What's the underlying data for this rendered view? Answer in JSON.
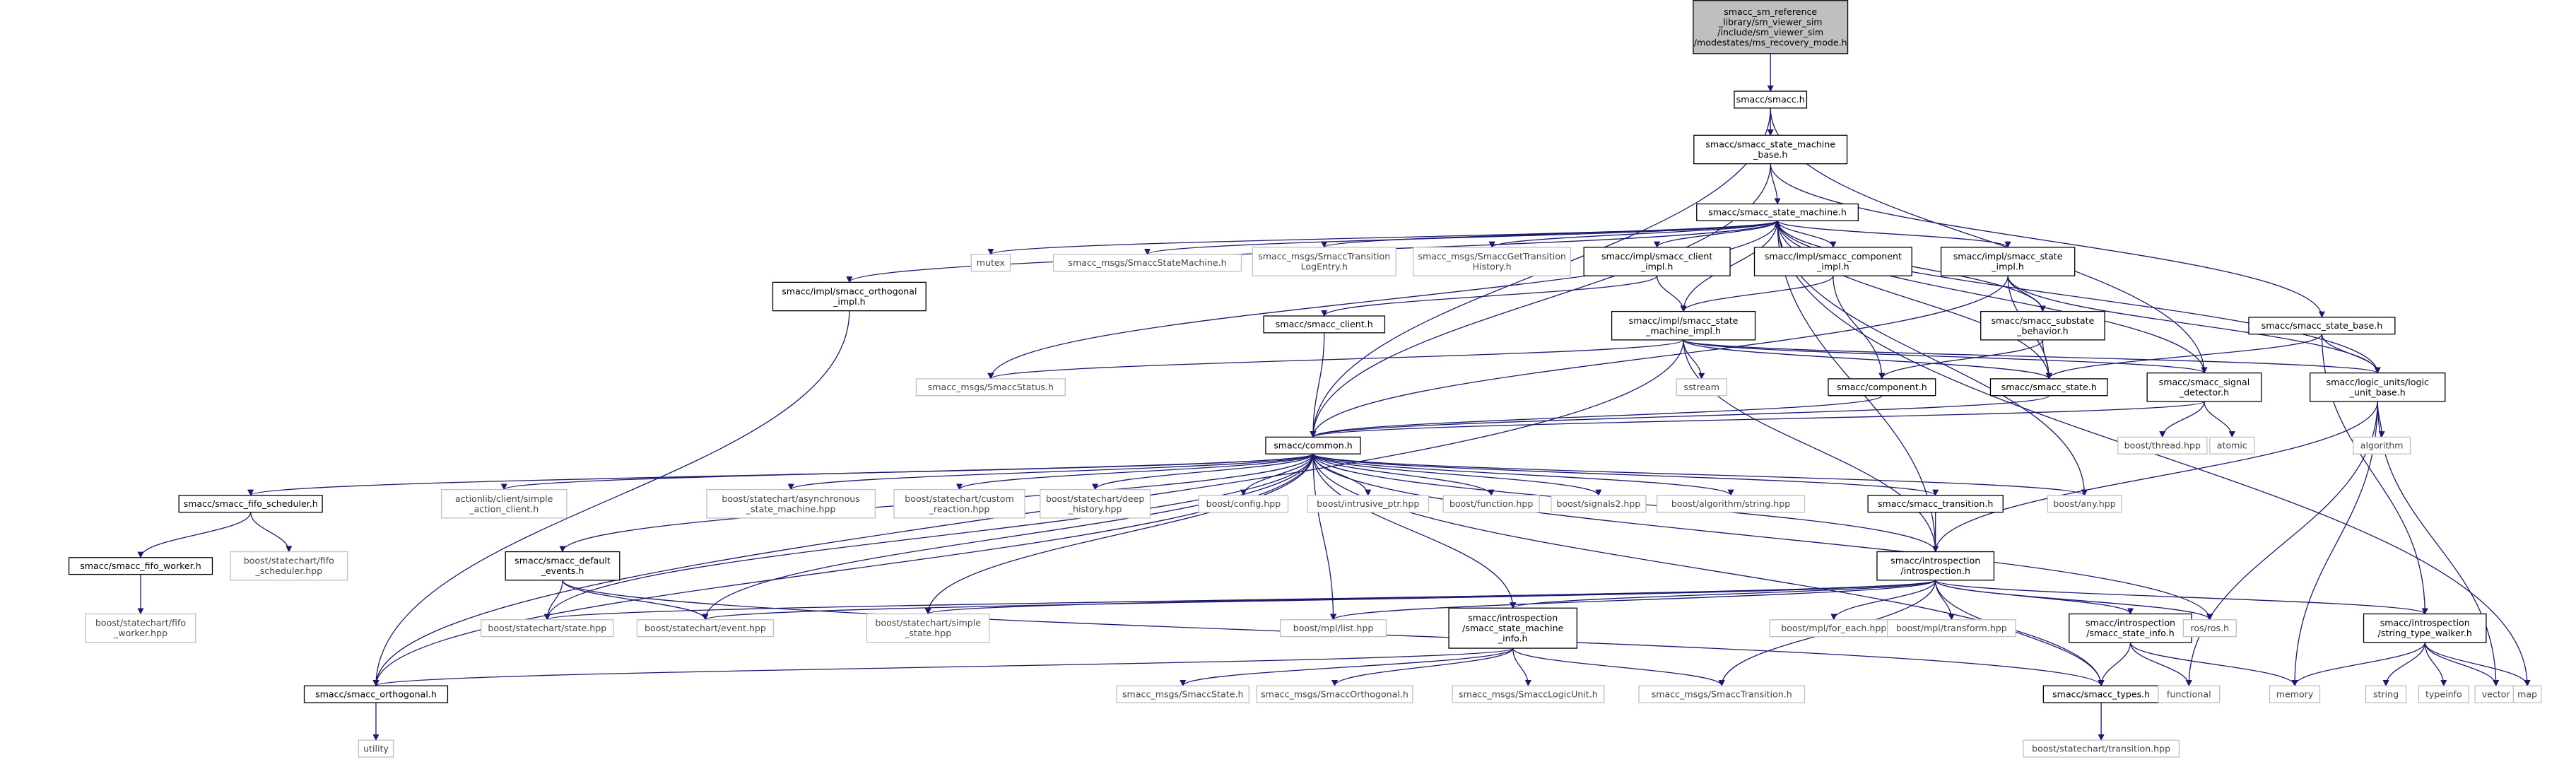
{
  "colors": {
    "edge": "#191970",
    "node_border_solid": "#000000",
    "node_border_external": "#bfbfbf",
    "root_fill": "#bfbfbf",
    "node_fill": "#ffffff"
  },
  "nodes": [
    {
      "id": "root",
      "lines": [
        "smacc_sm_reference",
        "_library/sm_viewer_sim",
        "/include/sm_viewer_sim",
        "/modestates/ms_recovery_mode.h"
      ],
      "kind": "root"
    },
    {
      "id": "smacc_h",
      "lines": [
        "smacc/smacc.h"
      ],
      "kind": "local"
    },
    {
      "id": "sm_base",
      "lines": [
        "smacc/smacc_state_machine",
        "_base.h"
      ],
      "kind": "local"
    },
    {
      "id": "sm",
      "lines": [
        "smacc/smacc_state_machine.h"
      ],
      "kind": "local"
    },
    {
      "id": "state_base",
      "lines": [
        "smacc/smacc_state_base.h"
      ],
      "kind": "local"
    },
    {
      "id": "orth_impl",
      "lines": [
        "smacc/impl/smacc_orthogonal",
        "_impl.h"
      ],
      "kind": "local"
    },
    {
      "id": "mutex",
      "lines": [
        "mutex"
      ],
      "kind": "external"
    },
    {
      "id": "msg_ssm",
      "lines": [
        "smacc_msgs/SmaccStateMachine.h"
      ],
      "kind": "external"
    },
    {
      "id": "msg_tle",
      "lines": [
        "smacc_msgs/SmaccTransition",
        "LogEntry.h"
      ],
      "kind": "external"
    },
    {
      "id": "msg_gth",
      "lines": [
        "smacc_msgs/SmaccGetTransition",
        "History.h"
      ],
      "kind": "external"
    },
    {
      "id": "client_impl",
      "lines": [
        "smacc/impl/smacc_client",
        "_impl.h"
      ],
      "kind": "local"
    },
    {
      "id": "comp_impl",
      "lines": [
        "smacc/impl/smacc_component",
        "_impl.h"
      ],
      "kind": "local"
    },
    {
      "id": "state_impl",
      "lines": [
        "smacc/impl/smacc_state",
        "_impl.h"
      ],
      "kind": "local"
    },
    {
      "id": "client",
      "lines": [
        "smacc/smacc_client.h"
      ],
      "kind": "local"
    },
    {
      "id": "sm_impl",
      "lines": [
        "smacc/impl/smacc_state",
        "_machine_impl.h"
      ],
      "kind": "local"
    },
    {
      "id": "substate",
      "lines": [
        "smacc/smacc_substate",
        "_behavior.h"
      ],
      "kind": "local"
    },
    {
      "id": "msg_status",
      "lines": [
        "smacc_msgs/SmaccStatus.h"
      ],
      "kind": "external"
    },
    {
      "id": "sstream",
      "lines": [
        "sstream"
      ],
      "kind": "external"
    },
    {
      "id": "component",
      "lines": [
        "smacc/component.h"
      ],
      "kind": "local"
    },
    {
      "id": "state",
      "lines": [
        "smacc/smacc_state.h"
      ],
      "kind": "local"
    },
    {
      "id": "signal",
      "lines": [
        "smacc/smacc_signal",
        "_detector.h"
      ],
      "kind": "local"
    },
    {
      "id": "logic",
      "lines": [
        "smacc/logic_units/logic",
        "_unit_base.h"
      ],
      "kind": "local"
    },
    {
      "id": "thread",
      "lines": [
        "boost/thread.hpp"
      ],
      "kind": "external"
    },
    {
      "id": "atomic",
      "lines": [
        "atomic"
      ],
      "kind": "external"
    },
    {
      "id": "algorithm",
      "lines": [
        "algorithm"
      ],
      "kind": "external"
    },
    {
      "id": "common",
      "lines": [
        "smacc/common.h"
      ],
      "kind": "local"
    },
    {
      "id": "fifo_sched",
      "lines": [
        "smacc/smacc_fifo_scheduler.h"
      ],
      "kind": "local"
    },
    {
      "id": "al_client",
      "lines": [
        "actionlib/client/simple",
        "_action_client.h"
      ],
      "kind": "external"
    },
    {
      "id": "async_sm",
      "lines": [
        "boost/statechart/asynchronous",
        "_state_machine.hpp"
      ],
      "kind": "external"
    },
    {
      "id": "custom_r",
      "lines": [
        "boost/statechart/custom",
        "_reaction.hpp"
      ],
      "kind": "external"
    },
    {
      "id": "deep_h",
      "lines": [
        "boost/statechart/deep",
        "_history.hpp"
      ],
      "kind": "external"
    },
    {
      "id": "config",
      "lines": [
        "boost/config.hpp"
      ],
      "kind": "external"
    },
    {
      "id": "intrusive",
      "lines": [
        "boost/intrusive_ptr.hpp"
      ],
      "kind": "external"
    },
    {
      "id": "function",
      "lines": [
        "boost/function.hpp"
      ],
      "kind": "external"
    },
    {
      "id": "signals2",
      "lines": [
        "boost/signals2.hpp"
      ],
      "kind": "external"
    },
    {
      "id": "alg_string",
      "lines": [
        "boost/algorithm/string.hpp"
      ],
      "kind": "external"
    },
    {
      "id": "transition",
      "lines": [
        "smacc/smacc_transition.h"
      ],
      "kind": "local"
    },
    {
      "id": "any",
      "lines": [
        "boost/any.hpp"
      ],
      "kind": "external"
    },
    {
      "id": "fifo_worker",
      "lines": [
        "smacc/smacc_fifo_worker.h"
      ],
      "kind": "local"
    },
    {
      "id": "sc_fifo_sched",
      "lines": [
        "boost/statechart/fifo",
        "_scheduler.hpp"
      ],
      "kind": "external"
    },
    {
      "id": "def_events",
      "lines": [
        "smacc/smacc_default",
        "_events.h"
      ],
      "kind": "local"
    },
    {
      "id": "introspection",
      "lines": [
        "smacc/introspection",
        "/introspection.h"
      ],
      "kind": "local"
    },
    {
      "id": "sc_fifo_worker",
      "lines": [
        "boost/statechart/fifo",
        "_worker.hpp"
      ],
      "kind": "external"
    },
    {
      "id": "sc_state",
      "lines": [
        "boost/statechart/state.hpp"
      ],
      "kind": "external"
    },
    {
      "id": "sc_event",
      "lines": [
        "boost/statechart/event.hpp"
      ],
      "kind": "external"
    },
    {
      "id": "sc_simple_state",
      "lines": [
        "boost/statechart/simple",
        "_state.hpp"
      ],
      "kind": "external"
    },
    {
      "id": "mpl_list",
      "lines": [
        "boost/mpl/list.hpp"
      ],
      "kind": "external"
    },
    {
      "id": "sm_info",
      "lines": [
        "smacc/introspection",
        "/smacc_state_machine",
        "_info.h"
      ],
      "kind": "local"
    },
    {
      "id": "for_each",
      "lines": [
        "boost/mpl/for_each.hpp"
      ],
      "kind": "external"
    },
    {
      "id": "mpl_transform",
      "lines": [
        "boost/mpl/transform.hpp"
      ],
      "kind": "external"
    },
    {
      "id": "state_info",
      "lines": [
        "smacc/introspection",
        "/smacc_state_info.h"
      ],
      "kind": "local"
    },
    {
      "id": "ros",
      "lines": [
        "ros/ros.h"
      ],
      "kind": "external"
    },
    {
      "id": "stw",
      "lines": [
        "smacc/introspection",
        "/string_type_walker.h"
      ],
      "kind": "local"
    },
    {
      "id": "orthogonal",
      "lines": [
        "smacc/smacc_orthogonal.h"
      ],
      "kind": "local"
    },
    {
      "id": "msg_state",
      "lines": [
        "smacc_msgs/SmaccState.h"
      ],
      "kind": "external"
    },
    {
      "id": "msg_orth",
      "lines": [
        "smacc_msgs/SmaccOrthogonal.h"
      ],
      "kind": "external"
    },
    {
      "id": "msg_lu",
      "lines": [
        "smacc_msgs/SmaccLogicUnit.h"
      ],
      "kind": "external"
    },
    {
      "id": "msg_trans",
      "lines": [
        "smacc_msgs/SmaccTransition.h"
      ],
      "kind": "external"
    },
    {
      "id": "types",
      "lines": [
        "smacc/smacc_types.h"
      ],
      "kind": "local"
    },
    {
      "id": "functional",
      "lines": [
        "functional"
      ],
      "kind": "external"
    },
    {
      "id": "memory",
      "lines": [
        "memory"
      ],
      "kind": "external"
    },
    {
      "id": "string",
      "lines": [
        "string"
      ],
      "kind": "external"
    },
    {
      "id": "typeinfo",
      "lines": [
        "typeinfo"
      ],
      "kind": "external"
    },
    {
      "id": "vector",
      "lines": [
        "vector"
      ],
      "kind": "external"
    },
    {
      "id": "map",
      "lines": [
        "map"
      ],
      "kind": "external"
    },
    {
      "id": "utility",
      "lines": [
        "utility"
      ],
      "kind": "external"
    },
    {
      "id": "sc_transition",
      "lines": [
        "boost/statechart/transition.hpp"
      ],
      "kind": "external"
    }
  ],
  "edges": [
    [
      "root",
      "smacc_h"
    ],
    [
      "smacc_h",
      "sm_base"
    ],
    [
      "smacc_h",
      "common"
    ],
    [
      "smacc_h",
      "signal"
    ],
    [
      "sm_base",
      "sm"
    ],
    [
      "sm_base",
      "common"
    ],
    [
      "sm_base",
      "state_base"
    ],
    [
      "sm",
      "orth_impl"
    ],
    [
      "sm",
      "mutex"
    ],
    [
      "sm",
      "msg_ssm"
    ],
    [
      "sm",
      "msg_tle"
    ],
    [
      "sm",
      "msg_gth"
    ],
    [
      "sm",
      "client_impl"
    ],
    [
      "sm",
      "comp_impl"
    ],
    [
      "sm",
      "state_impl"
    ],
    [
      "sm",
      "msg_status"
    ],
    [
      "sm",
      "state"
    ],
    [
      "sm",
      "signal"
    ],
    [
      "sm",
      "logic"
    ],
    [
      "sm",
      "any"
    ],
    [
      "sm",
      "introspection"
    ],
    [
      "sm",
      "map"
    ],
    [
      "state_base",
      "state"
    ],
    [
      "state_base",
      "logic"
    ],
    [
      "state_base",
      "stw"
    ],
    [
      "orth_impl",
      "orthogonal"
    ],
    [
      "client_impl",
      "client"
    ],
    [
      "client_impl",
      "sm_impl"
    ],
    [
      "comp_impl",
      "sm_impl"
    ],
    [
      "comp_impl",
      "component"
    ],
    [
      "state_impl",
      "substate"
    ],
    [
      "state_impl",
      "state"
    ],
    [
      "state_impl",
      "common"
    ],
    [
      "state_impl",
      "logic"
    ],
    [
      "client",
      "common"
    ],
    [
      "sm_impl",
      "sm"
    ],
    [
      "sm_impl",
      "msg_status"
    ],
    [
      "sm_impl",
      "sstream"
    ],
    [
      "sm_impl",
      "state"
    ],
    [
      "sm_impl",
      "signal"
    ],
    [
      "sm_impl",
      "logic"
    ],
    [
      "sm_impl",
      "introspection"
    ],
    [
      "sm_impl",
      "orthogonal"
    ],
    [
      "substate",
      "sm"
    ],
    [
      "substate",
      "component"
    ],
    [
      "substate",
      "state"
    ],
    [
      "component",
      "common"
    ],
    [
      "state",
      "common"
    ],
    [
      "signal",
      "common"
    ],
    [
      "signal",
      "thread"
    ],
    [
      "signal",
      "atomic"
    ],
    [
      "logic",
      "algorithm"
    ],
    [
      "logic",
      "introspection"
    ],
    [
      "logic",
      "functional"
    ],
    [
      "logic",
      "memory"
    ],
    [
      "logic",
      "vector"
    ],
    [
      "common",
      "fifo_sched"
    ],
    [
      "common",
      "al_client"
    ],
    [
      "common",
      "async_sm"
    ],
    [
      "common",
      "custom_r"
    ],
    [
      "common",
      "deep_h"
    ],
    [
      "common",
      "config"
    ],
    [
      "common",
      "intrusive"
    ],
    [
      "common",
      "function"
    ],
    [
      "common",
      "signals2"
    ],
    [
      "common",
      "alg_string"
    ],
    [
      "common",
      "transition"
    ],
    [
      "common",
      "any"
    ],
    [
      "common",
      "def_events"
    ],
    [
      "common",
      "introspection"
    ],
    [
      "common",
      "sc_state"
    ],
    [
      "common",
      "sc_event"
    ],
    [
      "common",
      "sc_simple_state"
    ],
    [
      "common",
      "mpl_list"
    ],
    [
      "common",
      "sm_info"
    ],
    [
      "common",
      "ros"
    ],
    [
      "common",
      "types"
    ],
    [
      "common",
      "orthogonal"
    ],
    [
      "fifo_sched",
      "fifo_worker"
    ],
    [
      "fifo_sched",
      "sc_fifo_sched"
    ],
    [
      "fifo_worker",
      "sc_fifo_worker"
    ],
    [
      "transition",
      "introspection"
    ],
    [
      "def_events",
      "sc_state"
    ],
    [
      "def_events",
      "sc_event"
    ],
    [
      "def_events",
      "types"
    ],
    [
      "introspection",
      "sc_state"
    ],
    [
      "introspection",
      "sc_event"
    ],
    [
      "introspection",
      "sc_simple_state"
    ],
    [
      "introspection",
      "mpl_list"
    ],
    [
      "introspection",
      "sm_info"
    ],
    [
      "introspection",
      "for_each"
    ],
    [
      "introspection",
      "mpl_transform"
    ],
    [
      "introspection",
      "state_info"
    ],
    [
      "introspection",
      "ros"
    ],
    [
      "introspection",
      "stw"
    ],
    [
      "introspection",
      "msg_trans"
    ],
    [
      "introspection",
      "types"
    ],
    [
      "sm_info",
      "orthogonal"
    ],
    [
      "sm_info",
      "msg_state"
    ],
    [
      "sm_info",
      "msg_orth"
    ],
    [
      "sm_info",
      "msg_lu"
    ],
    [
      "sm_info",
      "msg_trans"
    ],
    [
      "state_info",
      "types"
    ],
    [
      "state_info",
      "functional"
    ],
    [
      "state_info",
      "memory"
    ],
    [
      "stw",
      "memory"
    ],
    [
      "stw",
      "string"
    ],
    [
      "stw",
      "typeinfo"
    ],
    [
      "stw",
      "vector"
    ],
    [
      "stw",
      "map"
    ],
    [
      "orthogonal",
      "utility"
    ],
    [
      "types",
      "sc_transition"
    ]
  ]
}
